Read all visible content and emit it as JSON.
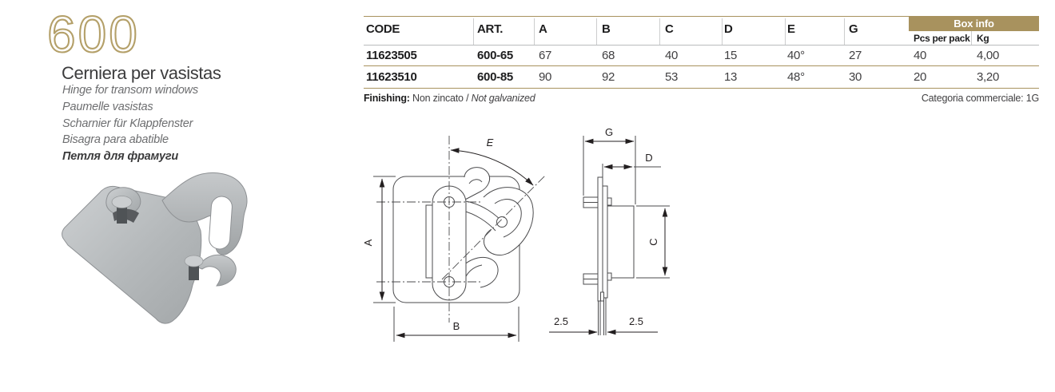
{
  "product": {
    "series": "600",
    "title": "Cerniera per vasistas",
    "translations": [
      "Hinge for transom windows",
      "Paumelle vasistas",
      "Scharnier für Klappfenster",
      "Bisagra para abatible",
      "Петля для фрамуги"
    ]
  },
  "table": {
    "columns": [
      "CODE",
      "ART.",
      "A",
      "B",
      "C",
      "D",
      "E",
      "G"
    ],
    "box_info": {
      "label": "Box info",
      "sub_columns": [
        "Pcs per pack",
        "Kg"
      ]
    },
    "rows": [
      {
        "code": "11623505",
        "art": "600-65",
        "a": "67",
        "b": "68",
        "c": "40",
        "d": "15",
        "e": "40°",
        "g": "27",
        "pcs_per_pack": "40",
        "kg": "4,00"
      },
      {
        "code": "11623510",
        "art": "600-85",
        "a": "90",
        "b": "92",
        "c": "53",
        "d": "13",
        "e": "48°",
        "g": "30",
        "pcs_per_pack": "20",
        "kg": "3,20"
      }
    ]
  },
  "finishing": {
    "label": "Finishing:",
    "value": " Non zincato / ",
    "value_italic": "Not galvanized"
  },
  "category_note": "Categoria commerciale: 1G",
  "drawings": {
    "front": {
      "a": "A",
      "b": "B",
      "e": "E"
    },
    "side": {
      "g": "G",
      "d": "D",
      "c": "C",
      "left_offset": "2.5",
      "right_offset": "2.5"
    }
  },
  "colors": {
    "gold": "#a8925e",
    "gold_light": "#b4a069",
    "text_dark": "#231f20",
    "text_gray": "#6d6e70"
  }
}
